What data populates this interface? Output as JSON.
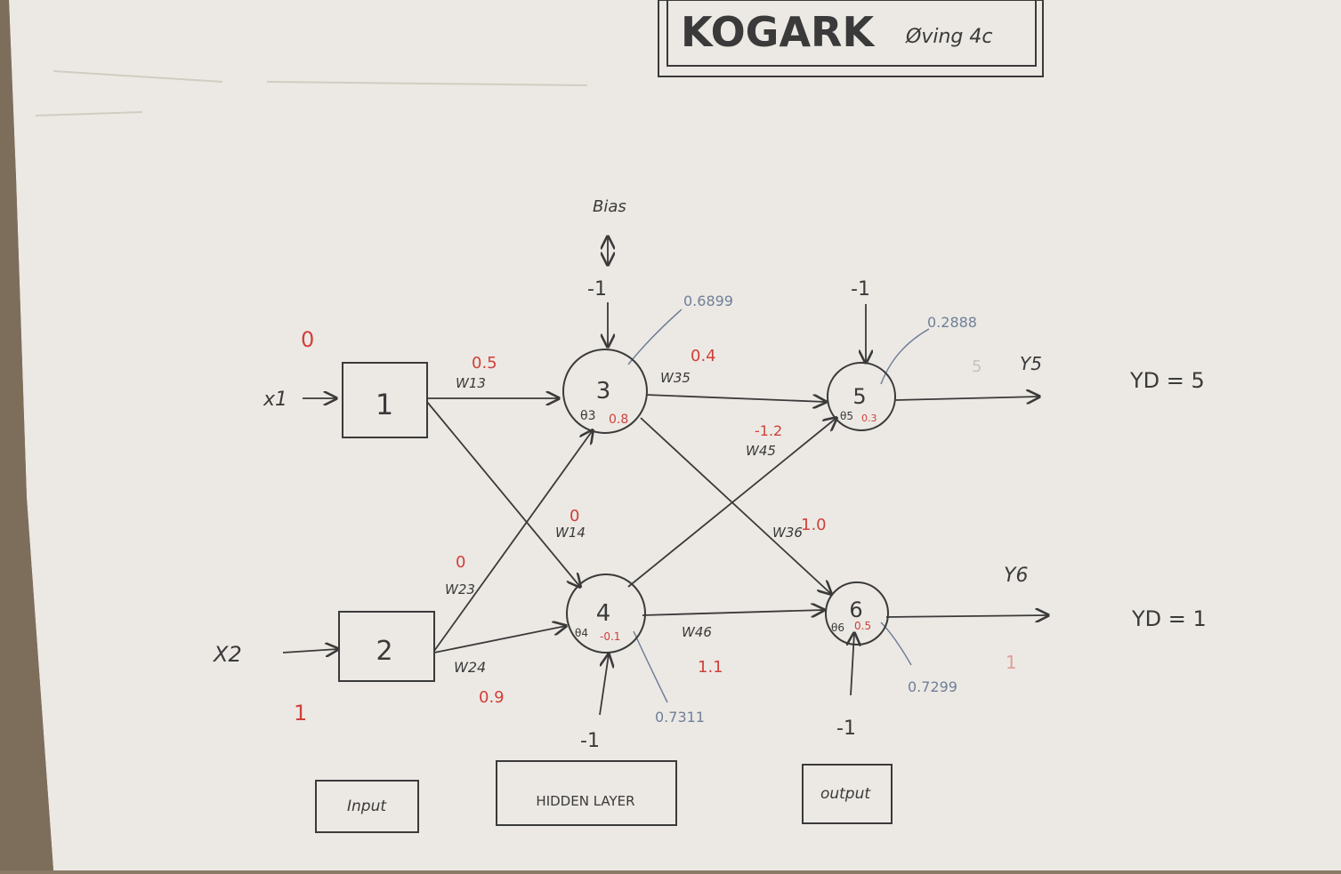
{
  "title": {
    "main": "KOGARK",
    "sub": "Øving 4c"
  },
  "bias_label": "Bias",
  "nodes": {
    "n1": {
      "label": "1"
    },
    "n2": {
      "label": "2"
    },
    "n3": {
      "label": "3",
      "theta": "θ3",
      "theta_value": "0.8",
      "activation": "0.6899"
    },
    "n4": {
      "label": "4",
      "theta": "θ4",
      "theta_value": "-0.1",
      "activation": "0.7311"
    },
    "n5": {
      "label": "5",
      "theta": "θ5",
      "theta_value": "0.3",
      "activation": "0.2888"
    },
    "n6": {
      "label": "6",
      "theta": "θ6",
      "theta_value": "0.5",
      "activation": "0.7299"
    }
  },
  "inputs": {
    "x1": {
      "label": "x1",
      "value": "0"
    },
    "x2": {
      "label": "X2",
      "value": "1"
    }
  },
  "bias_values": {
    "b3": "-1",
    "b4": "-1",
    "b5": "-1",
    "b6": "-1"
  },
  "weights": {
    "w13": {
      "label": "W13",
      "value": "0.5"
    },
    "w14": {
      "label": "W14",
      "value": "0"
    },
    "w23": {
      "label": "W23",
      "value": "0"
    },
    "w24": {
      "label": "W24",
      "value": "0.9"
    },
    "w35": {
      "label": "W35",
      "value": "0.4"
    },
    "w36": {
      "label": "W36",
      "value": "1.0"
    },
    "w45": {
      "label": "W45",
      "value": "-1.2"
    },
    "w46": {
      "label": "W46",
      "value": "1.1"
    }
  },
  "outputs": {
    "y5": {
      "label": "Y5",
      "desired": "YD = 5",
      "faint": "5"
    },
    "y6": {
      "label": "Y6",
      "desired": "YD = 1",
      "faint": "1"
    }
  },
  "layer_labels": {
    "input": "Input",
    "hidden": "HIDDEN LAYER",
    "output": "output"
  },
  "colors": {
    "paper": "#ece9e4",
    "ink": "#3a3a3a",
    "red": "#d0403a",
    "blue": "#6f7f98"
  }
}
